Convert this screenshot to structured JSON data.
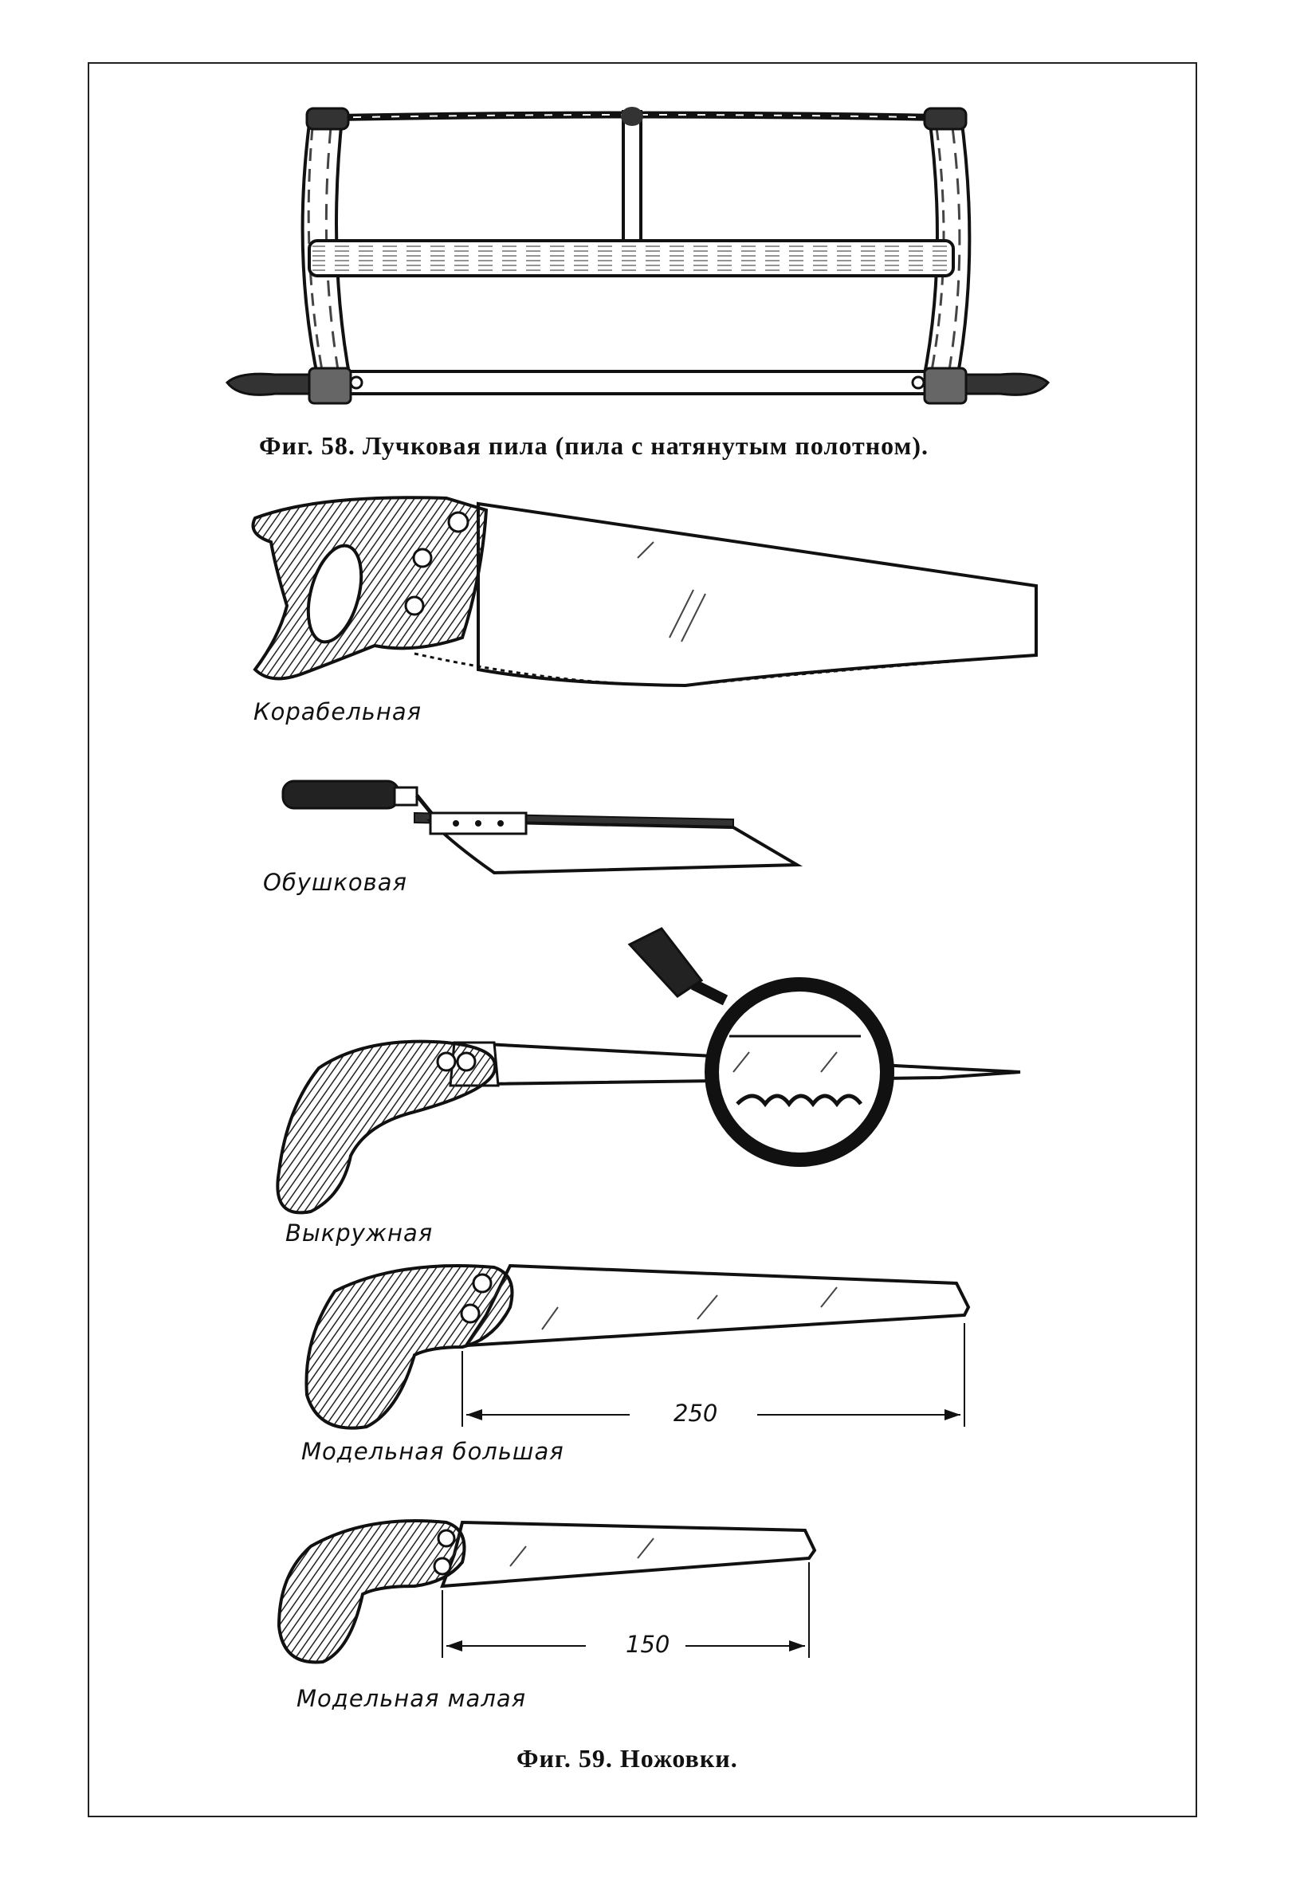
{
  "figure58": {
    "caption": "Фиг. 58. Лучковая пила (пила с натянутым полотном)."
  },
  "figure59": {
    "caption": "Фиг. 59. Ножовки.",
    "saws": [
      {
        "label": "Корабельная"
      },
      {
        "label": "Обушковая"
      },
      {
        "label": "Выкружная"
      },
      {
        "label": "Модельная большая",
        "dimension": "250"
      },
      {
        "label": "Модельная малая",
        "dimension": "150"
      }
    ]
  }
}
